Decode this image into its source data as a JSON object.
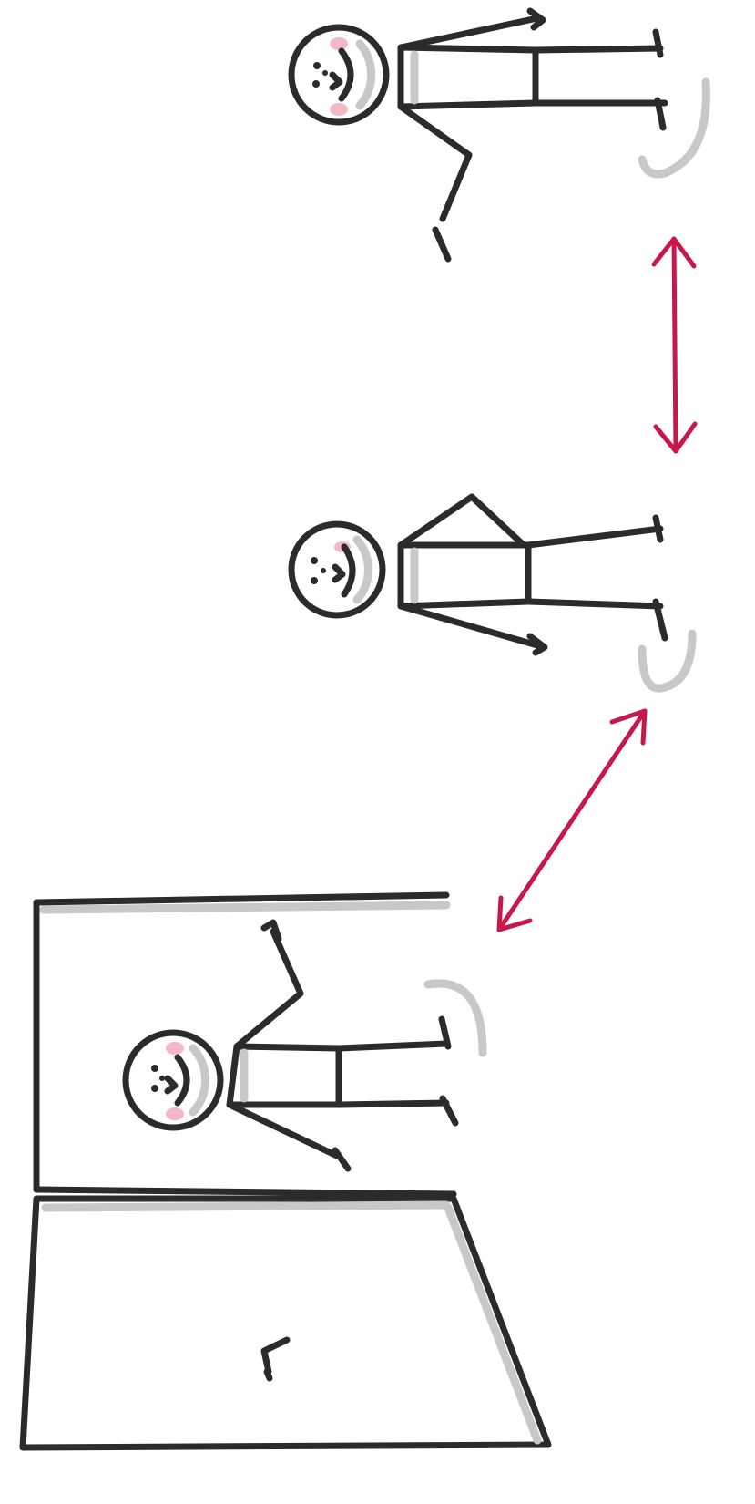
{
  "colors": {
    "background": "#ffffff",
    "ink": "#2b2b2b",
    "shadow": "#c8c8c8",
    "accent": "#c8174a",
    "blush": "#f4b7c6"
  },
  "figures": [
    {
      "name": "figure-skirt-right",
      "item": "skirt",
      "orientation": "rotated-90"
    },
    {
      "name": "figure-dress-middle",
      "item": "dress",
      "orientation": "rotated-90"
    },
    {
      "name": "figure-in-room",
      "item": "skirt",
      "orientation": "rotated-90"
    }
  ],
  "icons": [
    "double-arrow-icon",
    "room-icon",
    "door-icon",
    "smile-face-icon"
  ]
}
